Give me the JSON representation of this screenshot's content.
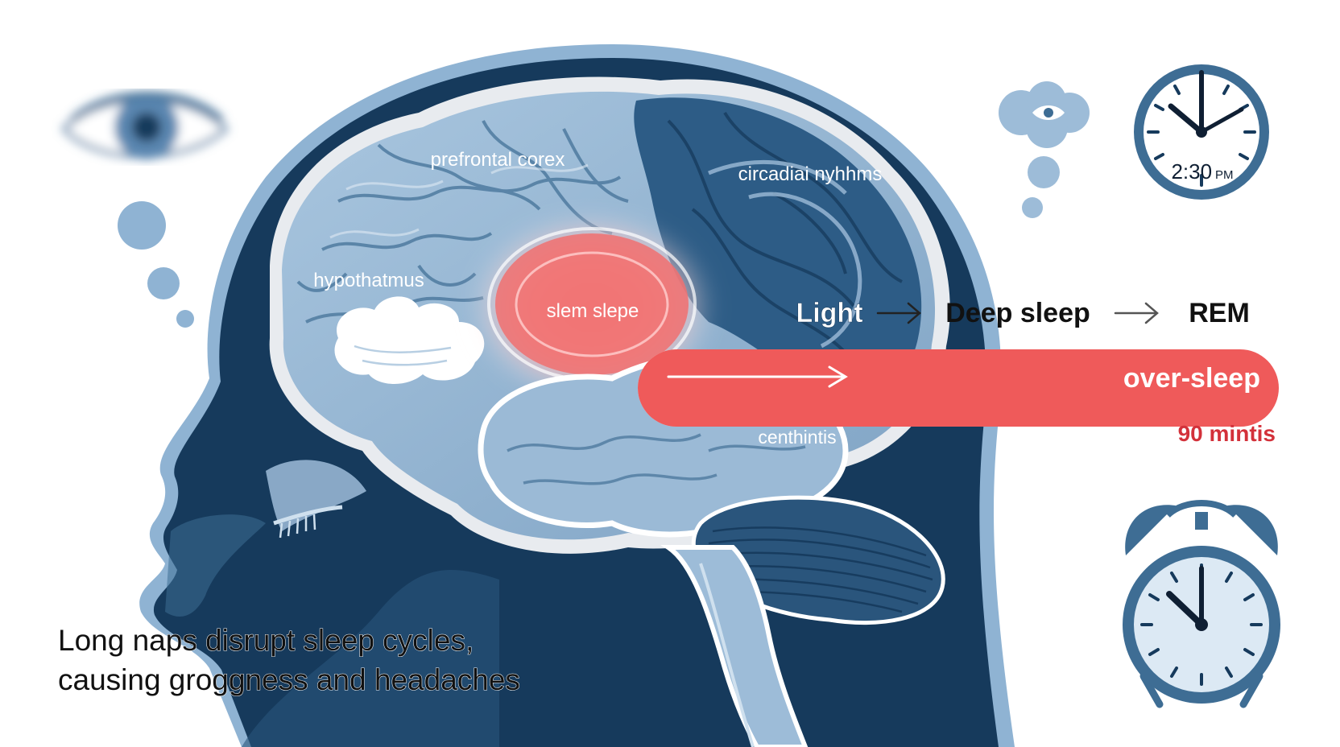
{
  "labels": {
    "prefrontal": "prefrontal corex",
    "circadian": "circadiai nyhhms",
    "hypothalamus": "hypothatmus",
    "slem": "slem slepe",
    "cerebellum": "centhintis"
  },
  "cycle": {
    "stage1": "Light",
    "stage2": "Deep sleep",
    "stage3": "REM"
  },
  "oversleep": {
    "label": "over-sleep",
    "duration": "90 mintis"
  },
  "wall_clock": {
    "time": "2:30",
    "ampm": "PM"
  },
  "caption": {
    "line1": "Long naps disrupt sleep cycles,",
    "line2": "causing groggness and headaches"
  },
  "colors": {
    "dark_navy": "#163a5c",
    "mid_blue": "#3e6d94",
    "light_blue": "#9dbcd8",
    "pale_blue": "#cfe0ee",
    "accent_red": "#ef5a5a",
    "duration_red": "#d3313a"
  },
  "icons": [
    "eye-icon",
    "thought-bubble-icon",
    "wall-clock-icon",
    "alarm-clock-icon",
    "arrow-right-icon"
  ]
}
